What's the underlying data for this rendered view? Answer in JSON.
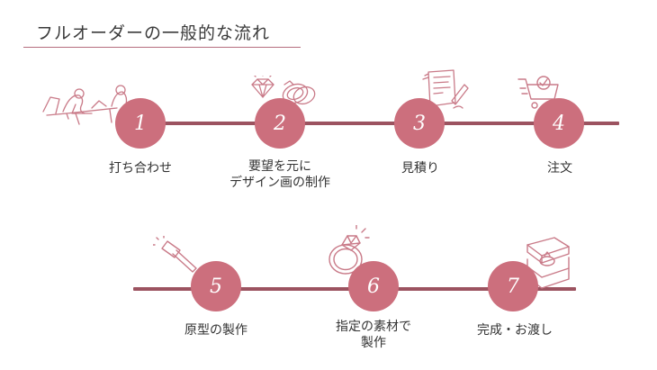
{
  "title": "フルオーダーの一般的な流れ",
  "colors": {
    "accent": "#cc6f7d",
    "track": "#9c5360",
    "sketch": "#c97a88"
  },
  "steps": [
    {
      "number": "1",
      "lines": [
        "打ち合わせ"
      ],
      "icon": "meeting-illustration-icon"
    },
    {
      "number": "2",
      "lines": [
        "要望を元に",
        "デザイン画の制作"
      ],
      "icon": "diamond-ring-illustration-icon"
    },
    {
      "number": "3",
      "lines": [
        "見積り"
      ],
      "icon": "estimate-document-illustration-icon"
    },
    {
      "number": "4",
      "lines": [
        "注文"
      ],
      "icon": "shopping-cart-illustration-icon"
    },
    {
      "number": "5",
      "lines": [
        "原型の製作"
      ],
      "icon": "hammer-illustration-icon"
    },
    {
      "number": "6",
      "lines": [
        "指定の素材で",
        "製作"
      ],
      "icon": "ring-illustration-icon"
    },
    {
      "number": "7",
      "lines": [
        "完成・お渡し"
      ],
      "icon": "ring-box-illustration-icon"
    }
  ]
}
